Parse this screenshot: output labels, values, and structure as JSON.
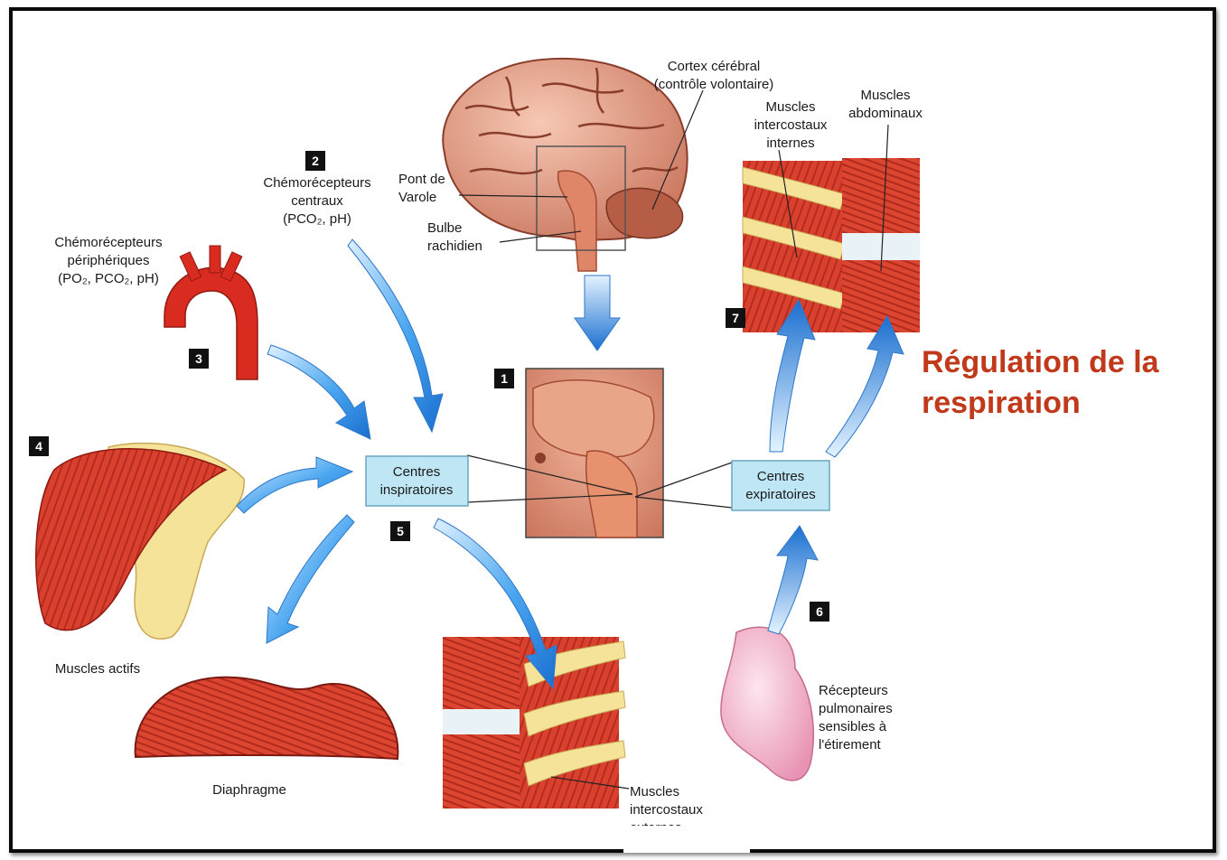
{
  "title": {
    "line1": "Régulation de la",
    "line2": "respiration"
  },
  "numbers": {
    "n1": "1",
    "n2": "2",
    "n3": "3",
    "n4": "4",
    "n5": "5",
    "n6": "6",
    "n7": "7"
  },
  "labels": {
    "cortex_line1": "Cortex cérébral",
    "cortex_line2": "(contrôle volontaire)",
    "pont_line1": "Pont de",
    "pont_line2": "Varole",
    "bulbe_line1": "Bulbe",
    "bulbe_line2": "rachidien",
    "chemo_central_line1": "Chémorécepteurs",
    "chemo_central_line2": "centraux",
    "chemo_central_line3": "(PCO₂, pH)",
    "chemo_periph_line1": "Chémorécepteurs",
    "chemo_periph_line2": "périphériques",
    "chemo_periph_line3": "(PO₂, PCO₂, pH)",
    "muscles_actifs": "Muscles actifs",
    "diaphragme": "Diaphragme",
    "int_internes_line1": "Muscles",
    "int_internes_line2": "intercostaux",
    "int_internes_line3": "internes",
    "abdominaux_line1": "Muscles",
    "abdominaux_line2": "abdominaux",
    "recepteurs_line1": "Récepteurs",
    "recepteurs_line2": "pulmonaires",
    "recepteurs_line3": "sensibles à",
    "recepteurs_line4": "l'étirement",
    "int_externes_line1": "Muscles",
    "int_externes_line2": "intercostaux",
    "int_externes_line3": "externes"
  },
  "boxes": {
    "inspi_line1": "Centres",
    "inspi_line2": "inspiratoires",
    "expi_line1": "Centres",
    "expi_line2": "expiratoires"
  },
  "colors": {
    "title": "#c0391b",
    "muscle": "#d9402e",
    "bone": "#f6e39a",
    "arrow": "#2f8fe6",
    "box_fill": "#bfe6f5",
    "brain": "#e8a48c",
    "lung": "#f3b9cf"
  }
}
